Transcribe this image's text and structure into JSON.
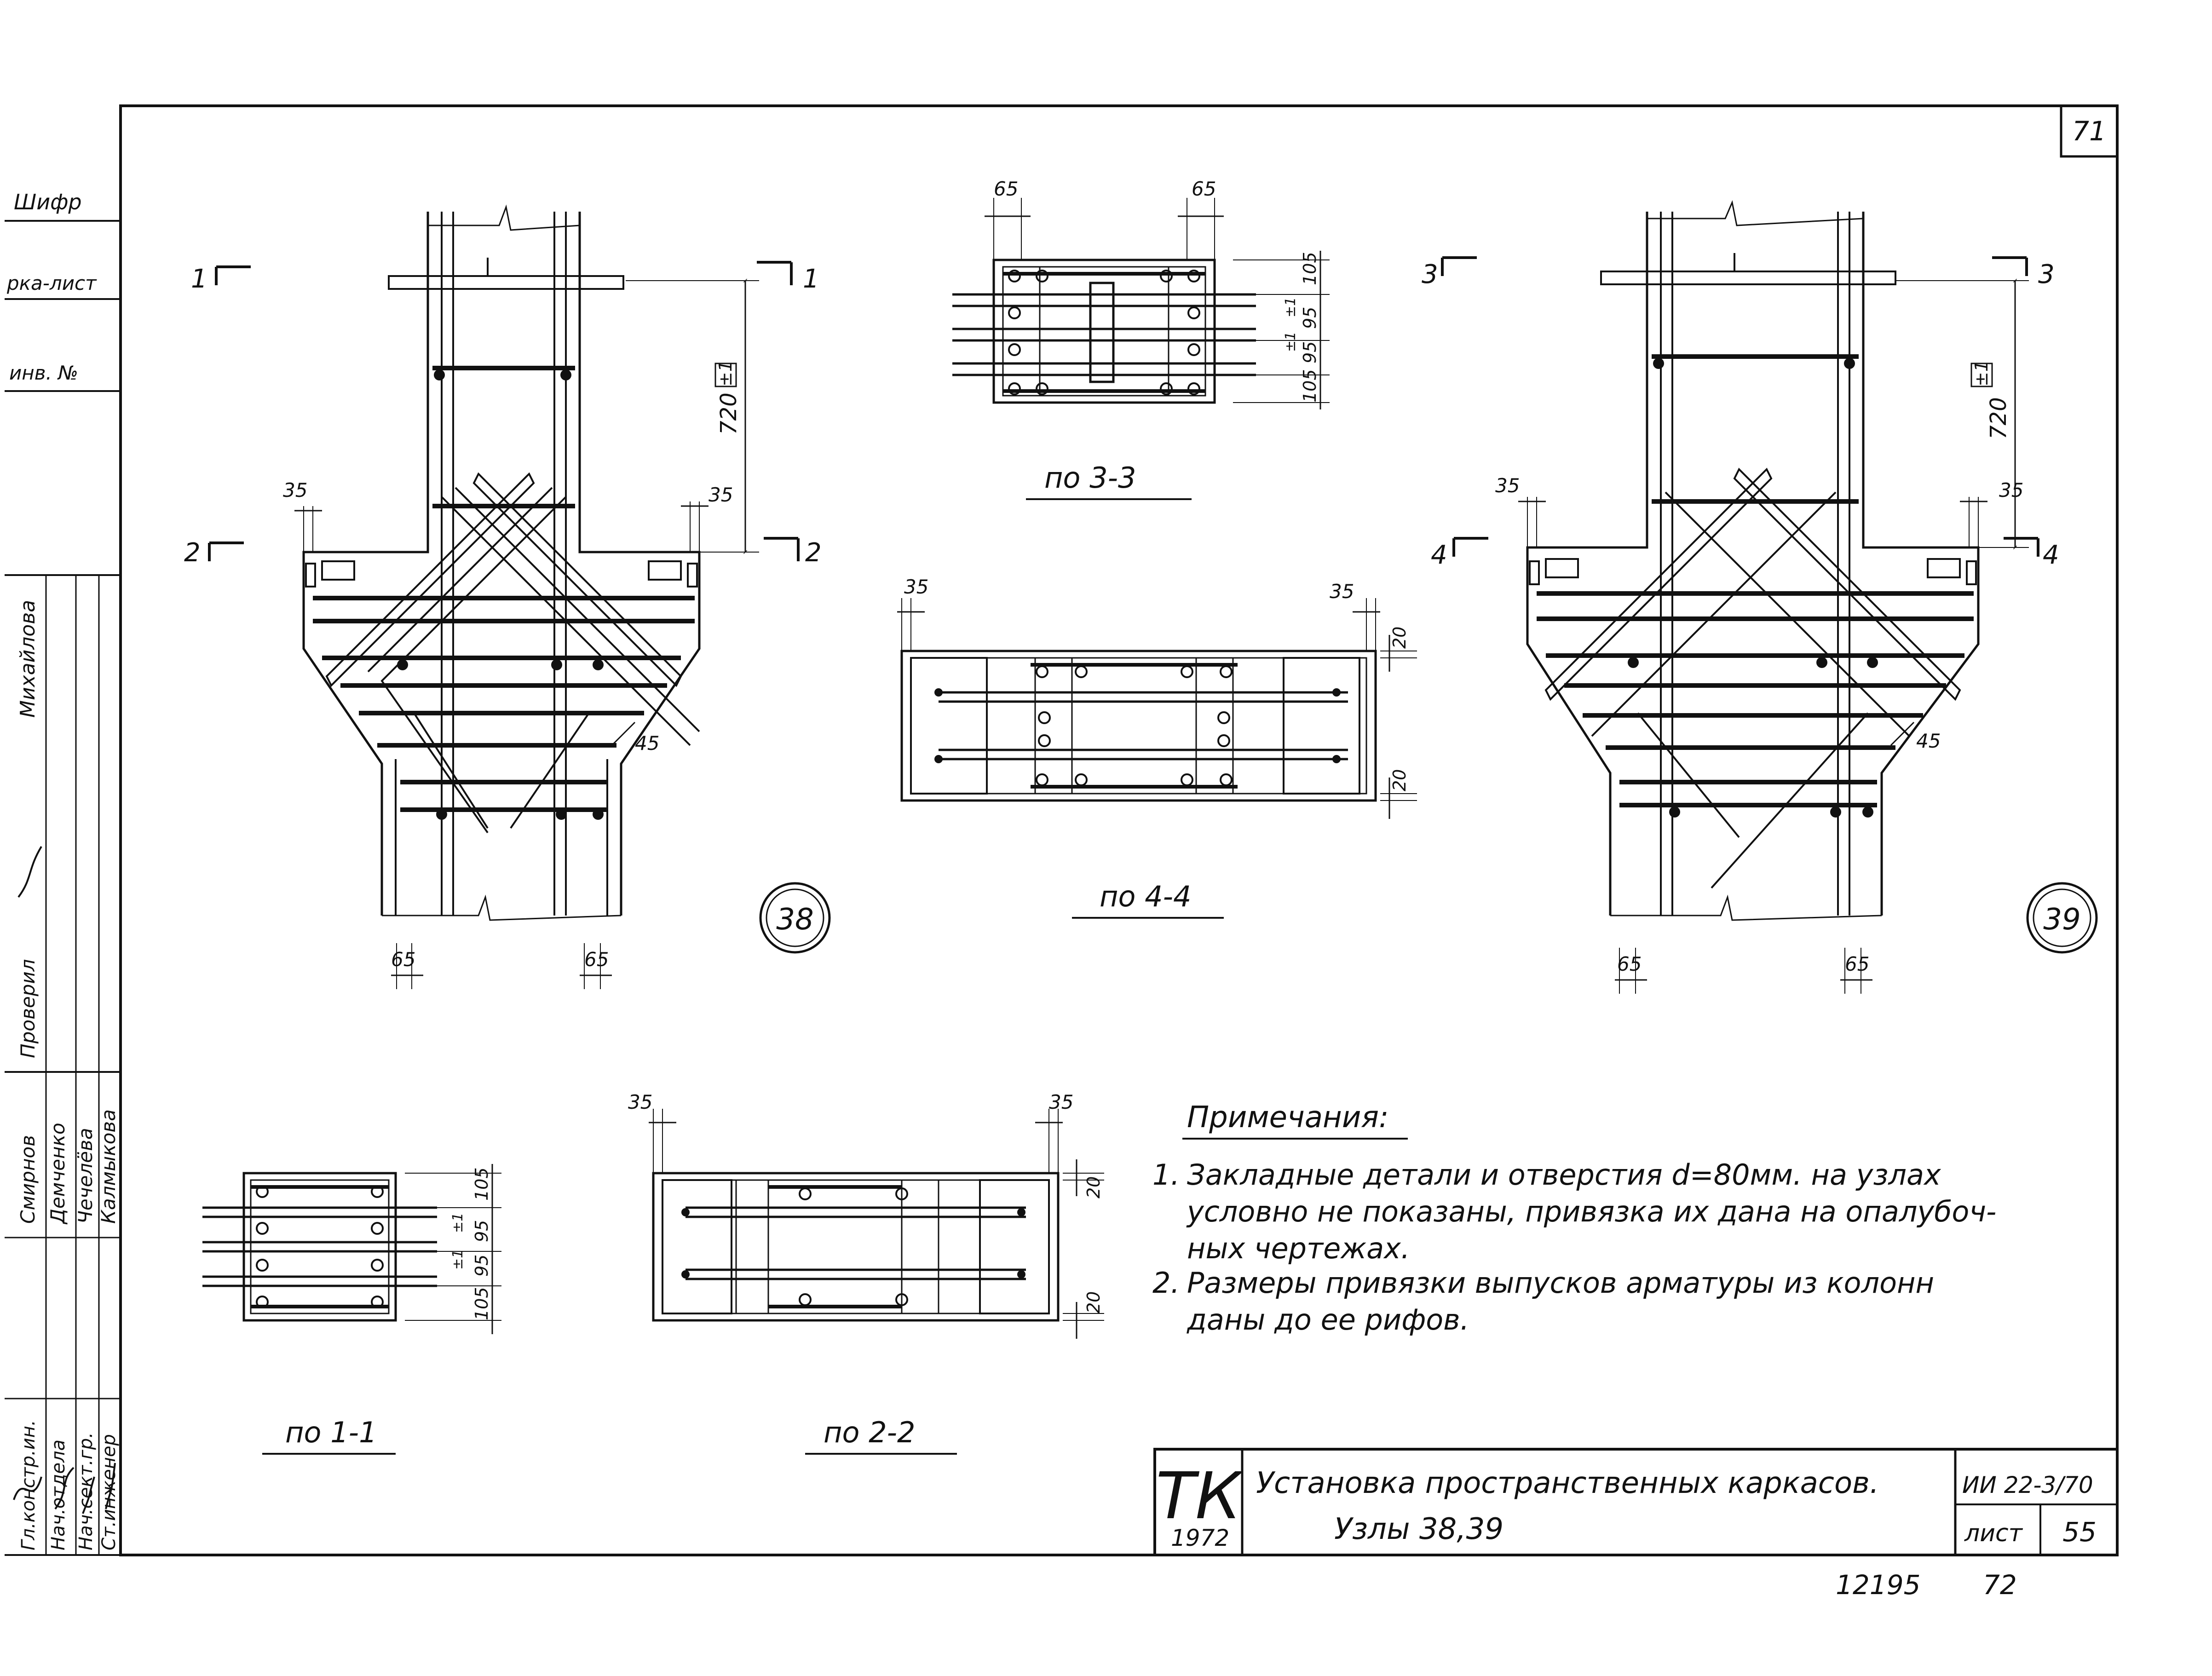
{
  "sheet": {
    "page_number": "71",
    "stamp_left": "12195",
    "stamp_right": "72"
  },
  "side_stamp": {
    "labels": [
      "Шифр",
      "рка-лист",
      "инв. №"
    ],
    "signers": [
      {
        "role": "Гл.констр.ин.",
        "name": "Смирнов"
      },
      {
        "role": "Нач.отдела",
        "name": "Демченко"
      },
      {
        "role": "Нач.сект.гр.",
        "name": "Чечелёва"
      },
      {
        "role": "Ст.инженер",
        "name": "Калмыкова"
      }
    ],
    "checked_label": "Проверил",
    "checked_name": "Михайлова"
  },
  "nodes": {
    "node38": {
      "badge": "38",
      "section_marks": [
        "1",
        "1",
        "2",
        "2"
      ],
      "dims": [
        "35",
        "35",
        "720",
        "±1",
        "45",
        "65",
        "65"
      ]
    },
    "node39": {
      "badge": "39",
      "section_marks": [
        "3",
        "3",
        "4",
        "4"
      ],
      "dims": [
        "35",
        "35",
        "720",
        "±1",
        "45",
        "65",
        "65"
      ]
    }
  },
  "sections": {
    "s33": {
      "title": "по 3-3",
      "dims": [
        "65",
        "65",
        "105",
        "95",
        "95",
        "105",
        "±1",
        "±1"
      ]
    },
    "s44": {
      "title": "по 4-4",
      "dims": [
        "35",
        "35",
        "20",
        "20"
      ]
    },
    "s11": {
      "title": "по 1-1",
      "dims": [
        "105",
        "95",
        "95",
        "105",
        "±1",
        "±1"
      ]
    },
    "s22": {
      "title": "по 2-2",
      "dims": [
        "35",
        "35",
        "20",
        "20"
      ]
    }
  },
  "notes": {
    "heading": "Примечания:",
    "items": [
      {
        "num": "1.",
        "lines": [
          "Закладные детали и отверстия d=80мм. на узлах",
          "условно не показаны, привязка их дана на опалубоч-",
          "ных чертежах."
        ]
      },
      {
        "num": "2.",
        "lines": [
          "Размеры привязки выпусков арматуры из колонн",
          "даны до ее рифов."
        ]
      }
    ]
  },
  "title_block": {
    "logo": "ТК",
    "year": "1972",
    "title": "Установка пространственных каркасов.",
    "subtitle": "Узлы 38,39",
    "series": "ИИ 22-3/70",
    "sheet_label": "лист",
    "sheet_no": "55"
  }
}
